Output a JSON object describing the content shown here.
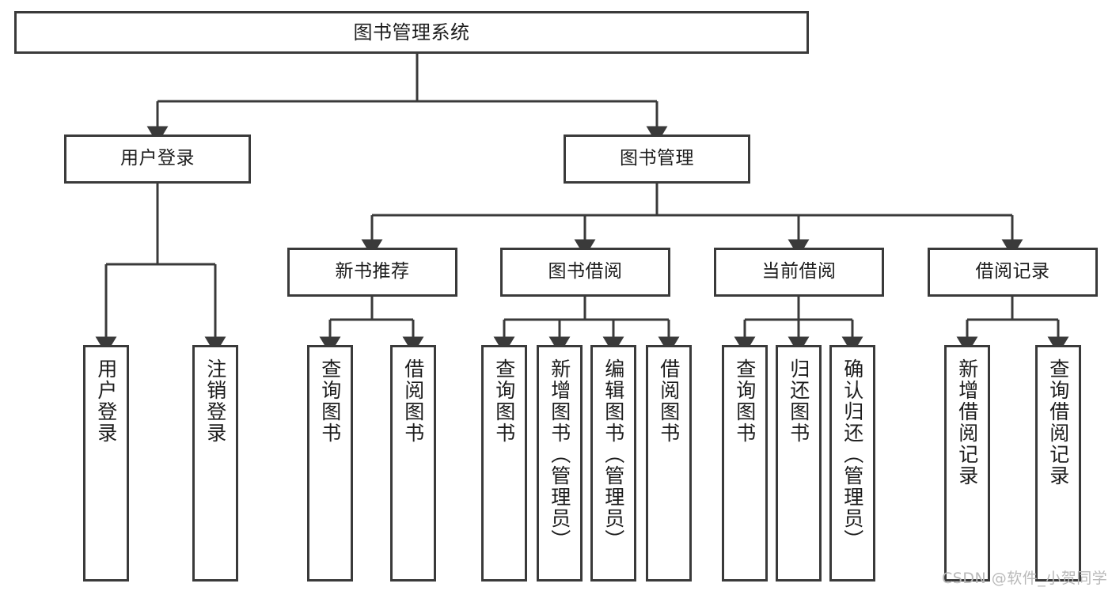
{
  "diagram": {
    "title": "图书管理系统",
    "type": "tree-structure-chart",
    "root": {
      "label": "图书管理系统"
    },
    "level2": [
      {
        "label": "用户登录"
      },
      {
        "label": "图书管理"
      }
    ],
    "level3": [
      {
        "label": "新书推荐"
      },
      {
        "label": "图书借阅"
      },
      {
        "label": "当前借阅"
      },
      {
        "label": "借阅记录"
      }
    ],
    "leaves": {
      "user_login": [
        {
          "label": "用户登录"
        },
        {
          "label": "注销登录"
        }
      ],
      "new_book_recommend": [
        {
          "label": "查询图书"
        },
        {
          "label": "借阅图书"
        }
      ],
      "book_borrow": [
        {
          "label": "查询图书"
        },
        {
          "label": "新增图书（管理员）"
        },
        {
          "label": "编辑图书（管理员）"
        },
        {
          "label": "借阅图书"
        }
      ],
      "current_borrow": [
        {
          "label": "查询图书"
        },
        {
          "label": "归还图书"
        },
        {
          "label": "确认归还（管理员）"
        }
      ],
      "borrow_record": [
        {
          "label": "新增借阅记录"
        },
        {
          "label": "查询借阅记录"
        }
      ]
    }
  },
  "watermark": {
    "text": "CSDN @软件_小贺同学"
  },
  "colors": {
    "border": "#3a3a3a",
    "background": "#ffffff",
    "text": "#1c1c1c",
    "watermark": "#b9b9b9"
  }
}
